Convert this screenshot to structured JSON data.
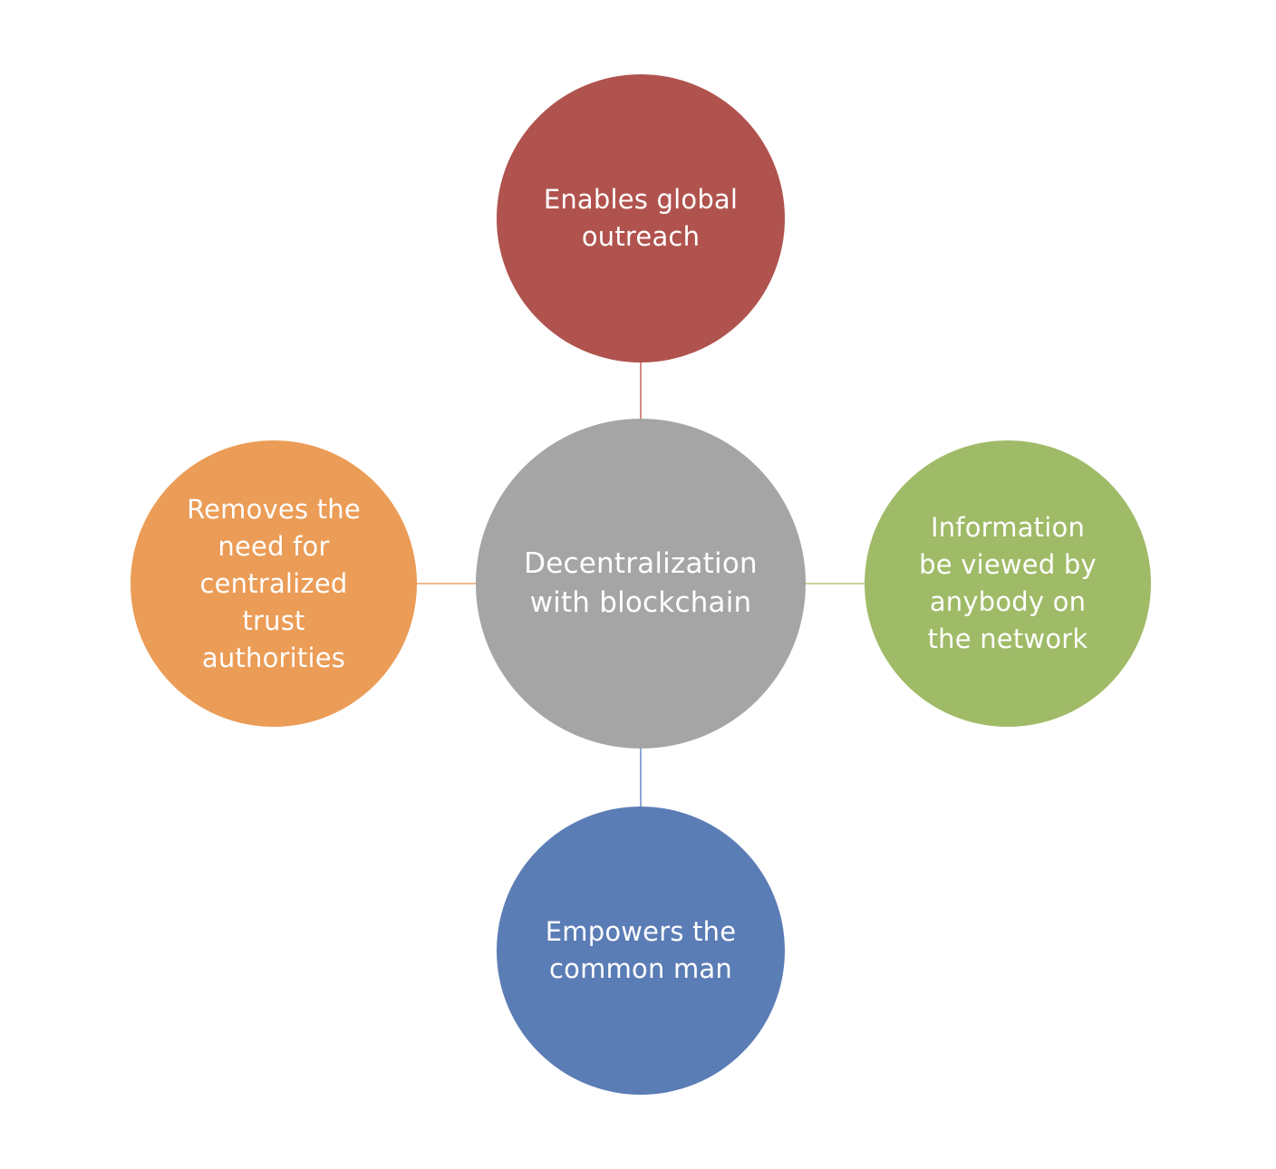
{
  "diagram": {
    "center": {
      "label": "Decentralization\nwith blockchain",
      "color": "#a5a5a5"
    },
    "top": {
      "label": "Enables global\noutreach",
      "color": "#b0534e"
    },
    "left": {
      "label": "Removes the\nneed for\ncentralized\ntrust\nauthorities",
      "color": "#eb9c56"
    },
    "right": {
      "label": "Information\nbe viewed by\nanybody on\nthe network",
      "color": "#9fbb67"
    },
    "bottom": {
      "label": "Empowers the\ncommon man",
      "color": "#5b7db6"
    },
    "connector_colors": {
      "top": "#d48a86",
      "left": "#f2b98c",
      "right": "#c3d69a",
      "bottom": "#8ea8d6"
    }
  }
}
